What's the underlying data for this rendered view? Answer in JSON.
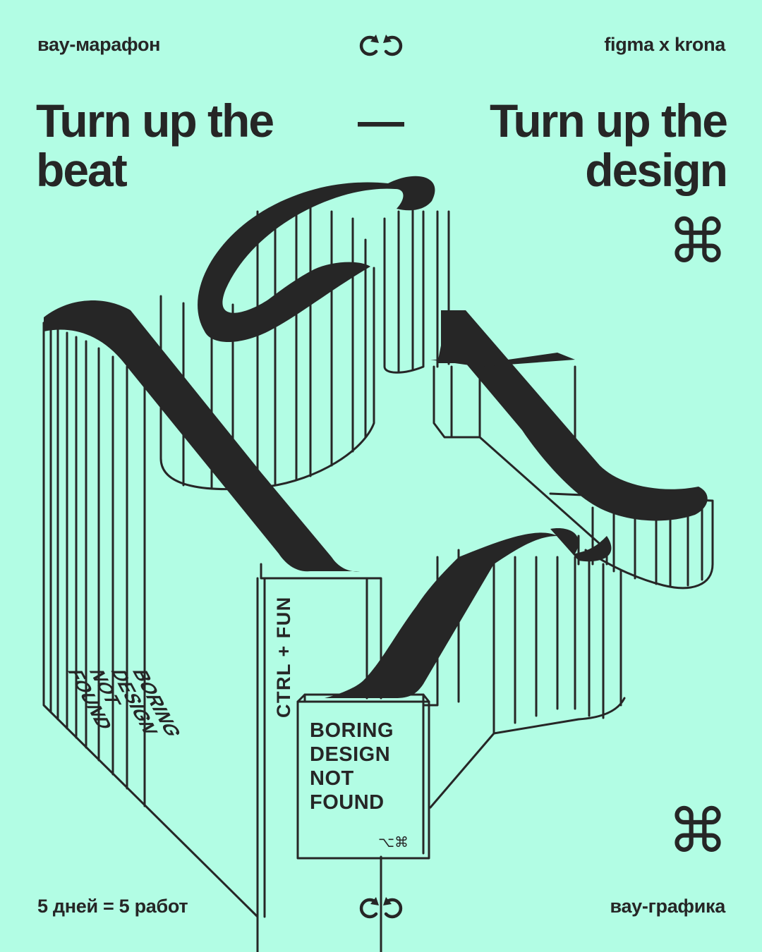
{
  "header": {
    "left": "вау-марафон",
    "right": "figma x krona",
    "icon": "undo-redo-arrows-icon"
  },
  "headline": {
    "left_line1": "Turn up the",
    "left_line2": "beat",
    "dash": "—",
    "right_line1": "Turn up the",
    "right_line2": "design"
  },
  "art": {
    "command_symbol": "⌘",
    "vertical_label": "CTRL + FUN",
    "box_line1": "BORING",
    "box_line2": "DESIGN",
    "box_line3": "NOT",
    "box_line4": "FOUND",
    "box_shortcut": "⌥⌘",
    "side_line1": "BORING",
    "side_line2": "DESIGN",
    "side_line3": "NOT",
    "side_line4": "FOUND"
  },
  "footer": {
    "left": "5 дней = 5 работ",
    "right": "вау-графика",
    "icon": "undo-redo-arrows-icon"
  },
  "colors": {
    "background": "#b2fde4",
    "ink": "#262626"
  }
}
